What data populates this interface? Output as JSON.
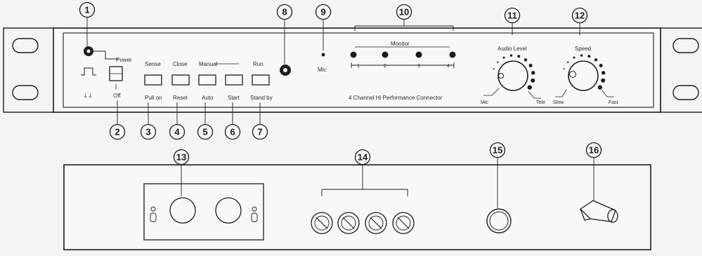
{
  "colors": {
    "line": "#1d1d1d",
    "panel_fill": "#f8f8f6",
    "background": "#f4f4f2",
    "led": "#1a1a1a"
  },
  "front_panel": {
    "power_label": "Power",
    "off_label": "Off",
    "switch_labels_top": [
      "Sense",
      "Close",
      "Manual",
      "Run"
    ],
    "switch_labels_bottom": [
      "Pull on",
      "Reset",
      "Auto",
      "Start",
      "Stand by"
    ],
    "led_label": "Mic",
    "monitor_label": "Monitor",
    "monitor_marks": [
      "1",
      "2",
      "3",
      "4"
    ],
    "product_name": "4 Channel Hi Performance Connector",
    "knob1": {
      "title": "Audio Level",
      "left": "Mic",
      "right": "Tele"
    },
    "knob2": {
      "title": "Speed",
      "left": "Slow",
      "right": "Fast"
    }
  },
  "callouts": [
    "1",
    "2",
    "3",
    "4",
    "5",
    "6",
    "7",
    "8",
    "9",
    "10",
    "11",
    "12",
    "13",
    "14",
    "15",
    "16"
  ]
}
